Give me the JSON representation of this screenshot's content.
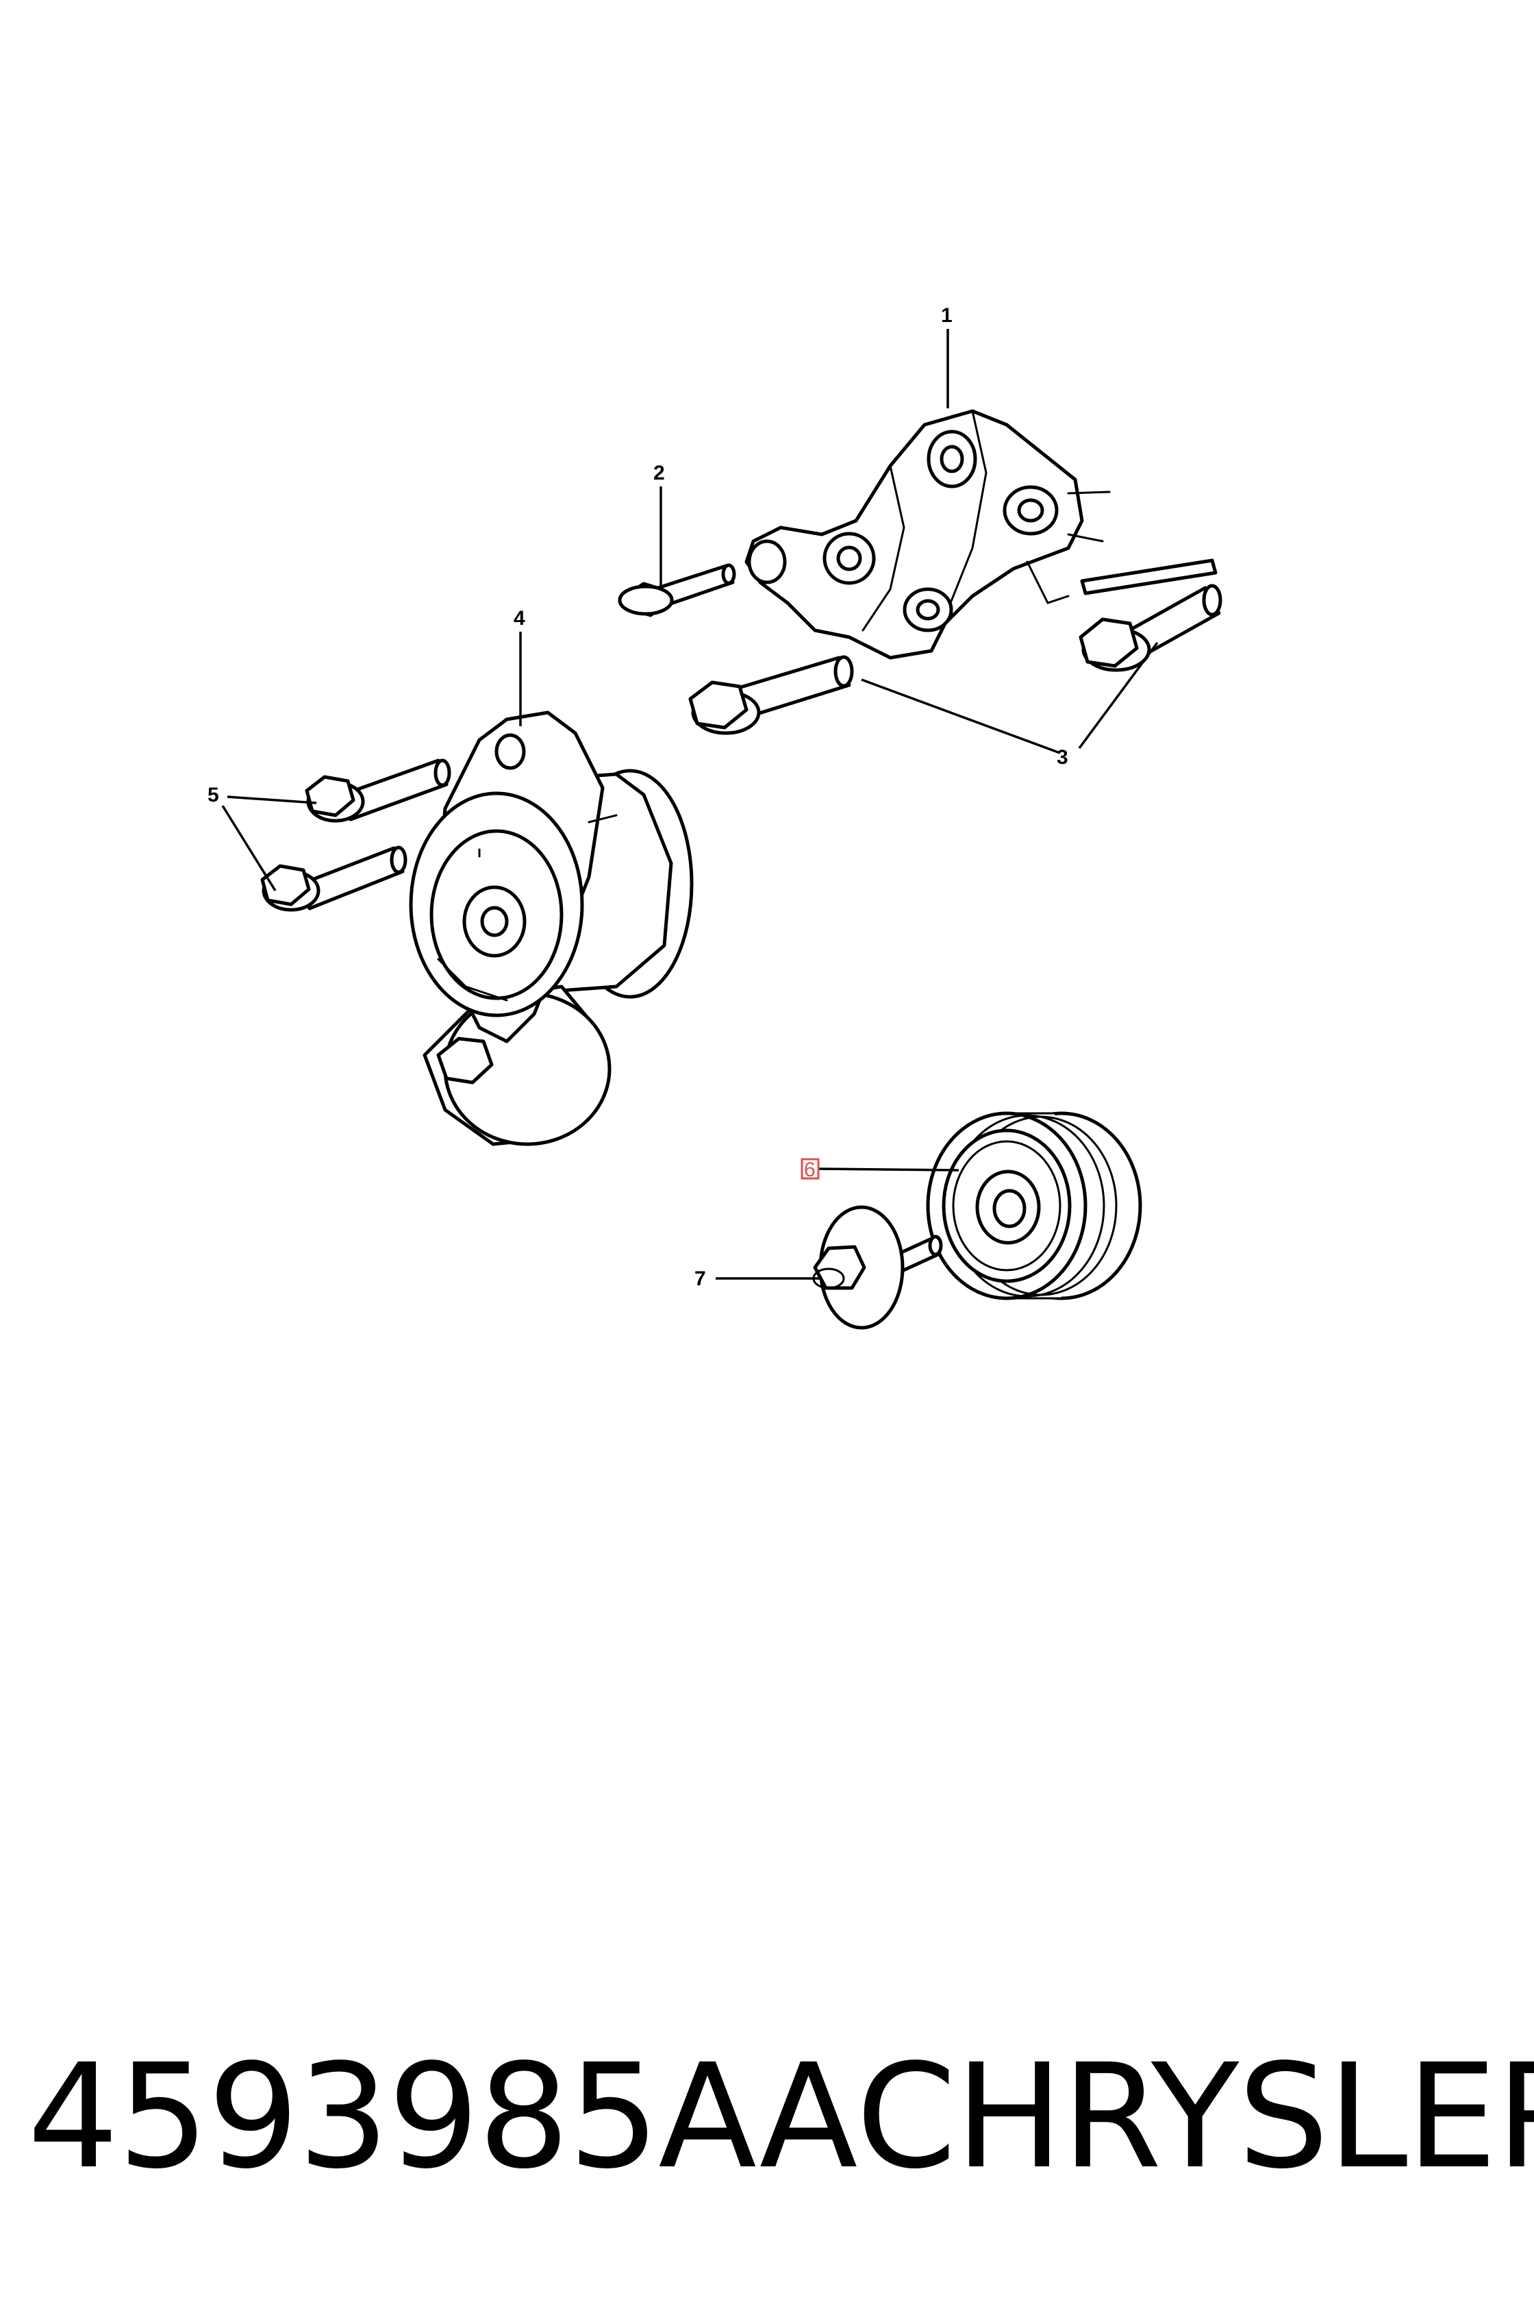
{
  "callouts": {
    "c1": "1",
    "c2": "2",
    "c3": "3",
    "c4": "4",
    "c5": "5",
    "c6": "6",
    "c7": "7"
  },
  "highlighted_callout": "6",
  "highlight_color": "#d9534f",
  "footer": {
    "part_number": "4593985AA",
    "brand": "CHRYSLER"
  }
}
